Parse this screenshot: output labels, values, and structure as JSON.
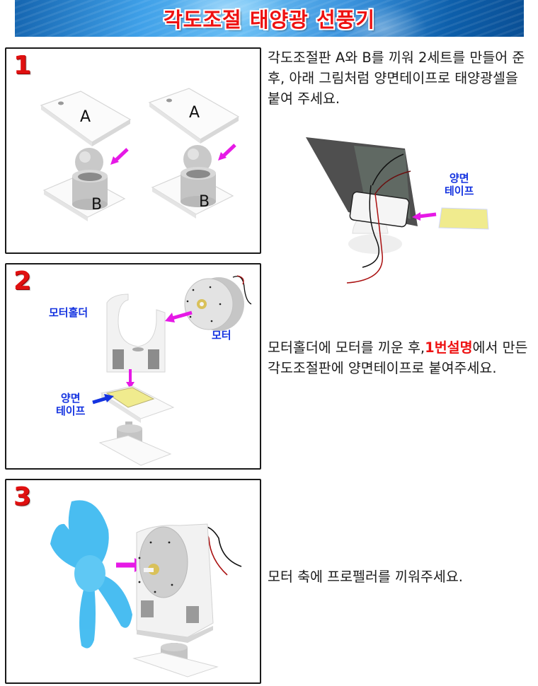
{
  "banner": {
    "title": "각도조절 태양광 선풍기"
  },
  "colors": {
    "title_red": "#ee1111",
    "arrow_magenta": "#e619e6",
    "label_blue": "#1433e0",
    "highlight_red": "#ee1111",
    "tape_yellow": "#f0eb8e",
    "propeller_blue": "#3ab8f0"
  },
  "steps": [
    {
      "number": "1",
      "instruction": "각도조절판 A와 B를 끼워 2세트를 만들어 준 후, 아래 그림처럼 양면테이프로 태양광셀을 붙여 주세요.",
      "labels": {
        "set1_top": "A",
        "set1_bottom": "B",
        "set2_top": "A",
        "set2_bottom": "B"
      },
      "side_figure": {
        "tape_label_line1": "양면",
        "tape_label_line2": "테이프"
      }
    },
    {
      "number": "2",
      "instruction_part1": "모터홀더에 모터를 끼운 후,",
      "instruction_highlight": "1번설명",
      "instruction_part2": "에서 만든 각도조절판에 양면테이프로 붙여주세요.",
      "labels": {
        "motor_holder": "모터홀더",
        "motor": "모터",
        "tape_line1": "양면",
        "tape_line2": "테이프"
      }
    },
    {
      "number": "3",
      "instruction": "모터 축에  프로펠러를 끼워주세요."
    }
  ]
}
